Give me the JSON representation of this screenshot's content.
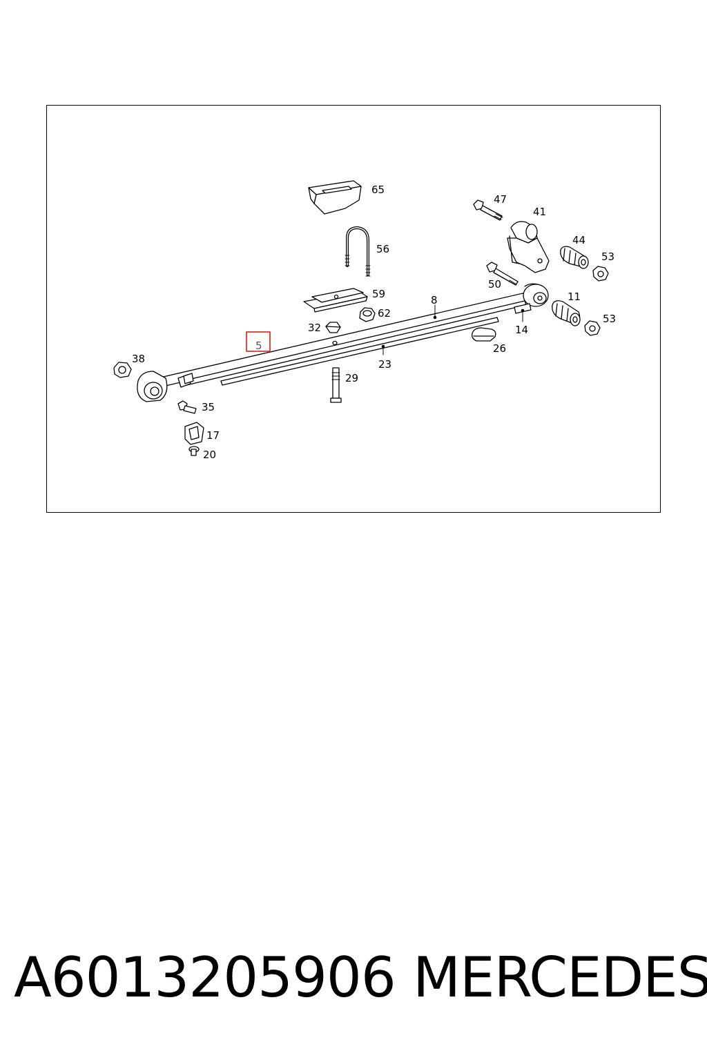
{
  "diagram": {
    "highlighted_callout": "5",
    "callouts": {
      "c65": "65",
      "c47": "47",
      "c41": "41",
      "c56": "56",
      "c44": "44",
      "c53a": "53",
      "c50": "50",
      "c59": "59",
      "c8": "8",
      "c11": "11",
      "c62": "62",
      "c53b": "53",
      "c32": "32",
      "c14": "14",
      "c26": "26",
      "c5": "5",
      "c23": "23",
      "c38": "38",
      "c29": "29",
      "c35": "35",
      "c17": "17",
      "c20": "20"
    },
    "highlight_color": "#e03030"
  },
  "footer": {
    "part_number": "A6013205906",
    "brand": "MERCEDES"
  }
}
